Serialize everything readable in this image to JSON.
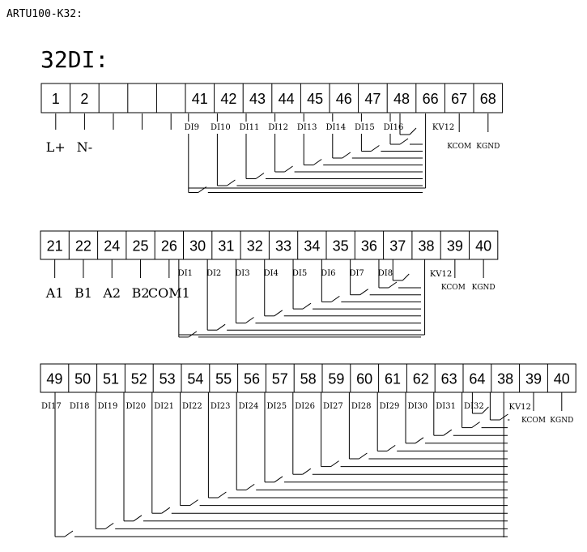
{
  "model_label": "ARTU100-K32:",
  "heading": "32DI:",
  "blocks": [
    {
      "id": "block-a",
      "terminals": [
        "1",
        "2",
        "",
        "",
        "",
        "41",
        "42",
        "43",
        "44",
        "45",
        "46",
        "47",
        "48",
        "66",
        "67",
        "68"
      ],
      "bottom_labels": [
        "L+",
        "N-"
      ],
      "signal_labels": [
        "DI9",
        "DI10",
        "DI11",
        "DI12",
        "DI13",
        "DI14",
        "DI15",
        "DI16"
      ],
      "supply_labels": [
        "KV12",
        "KCOM",
        "KGND"
      ]
    },
    {
      "id": "block-b",
      "terminals": [
        "21",
        "22",
        "24",
        "25",
        "26",
        "30",
        "31",
        "32",
        "33",
        "34",
        "35",
        "36",
        "37",
        "38",
        "39",
        "40"
      ],
      "bottom_labels": [
        "A1",
        "B1",
        "A2",
        "B2",
        "COM1"
      ],
      "signal_labels": [
        "DI1",
        "DI2",
        "DI3",
        "DI4",
        "DI5",
        "DI6",
        "DI7",
        "DI8"
      ],
      "supply_labels": [
        "KV12",
        "KCOM",
        "KGND"
      ]
    },
    {
      "id": "block-c",
      "terminals": [
        "49",
        "50",
        "51",
        "52",
        "53",
        "54",
        "55",
        "56",
        "57",
        "58",
        "59",
        "60",
        "61",
        "62",
        "63",
        "64",
        "38",
        "39",
        "40"
      ],
      "bottom_labels": [],
      "signal_labels": [
        "DI17",
        "DI18",
        "DI19",
        "DI20",
        "DI21",
        "DI22",
        "DI23",
        "DI24",
        "DI25",
        "DI26",
        "DI27",
        "DI28",
        "DI29",
        "DI30",
        "DI31",
        "DI32"
      ],
      "supply_labels": [
        "KV12",
        "KCOM",
        "KGND"
      ]
    }
  ]
}
